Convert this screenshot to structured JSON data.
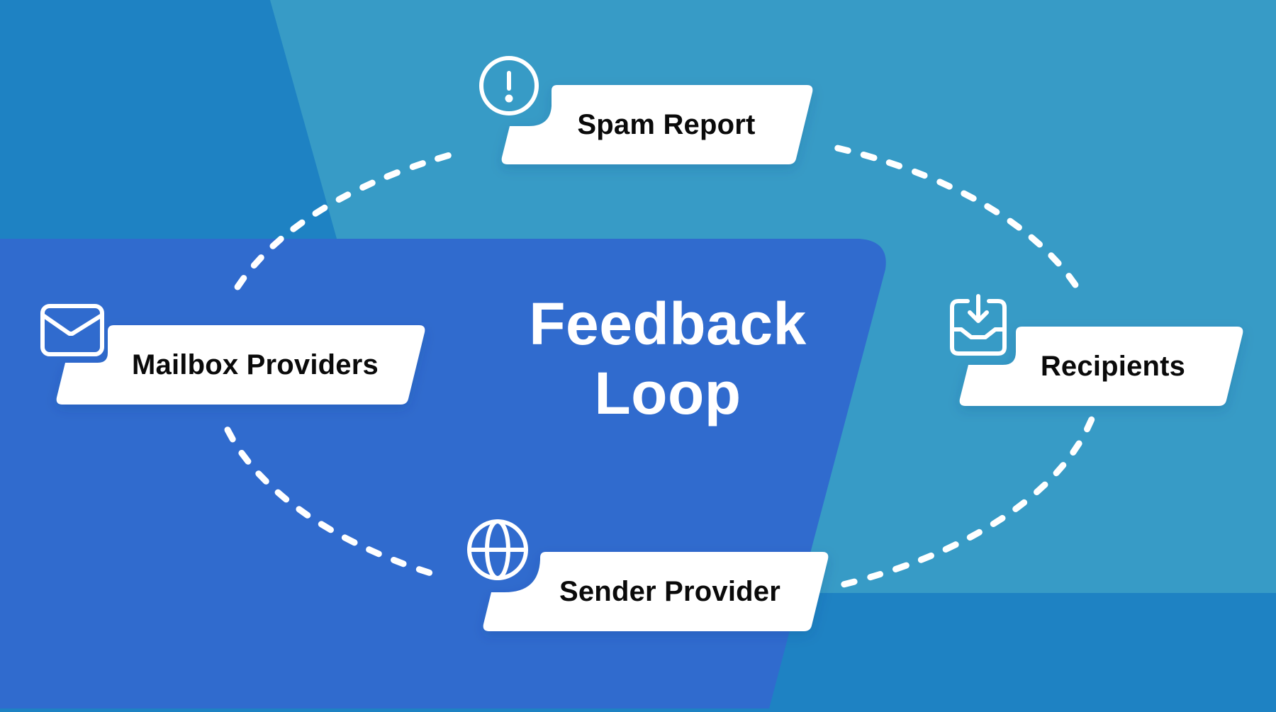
{
  "title": {
    "line1": "Feedback",
    "line2": "Loop"
  },
  "colors": {
    "background_dark": "#1E82C3",
    "background_light": "#379BC6",
    "panel": "#306BCE",
    "card": "#FFFFFF",
    "text_dark": "#0A0A0A",
    "accent_white": "#FFFFFF"
  },
  "nodes": [
    {
      "id": "spam-report",
      "label": "Spam Report",
      "icon": "exclamation-circle-icon",
      "position": "top"
    },
    {
      "id": "recipients",
      "label": "Recipients",
      "icon": "inbox-download-icon",
      "position": "right"
    },
    {
      "id": "sender-provider",
      "label": "Sender Provider",
      "icon": "globe-icon",
      "position": "bottom"
    },
    {
      "id": "mailbox-providers",
      "label": "Mailbox Providers",
      "icon": "envelope-icon",
      "position": "left"
    }
  ],
  "connector": {
    "style": "dashed",
    "shape": "ellipse"
  }
}
